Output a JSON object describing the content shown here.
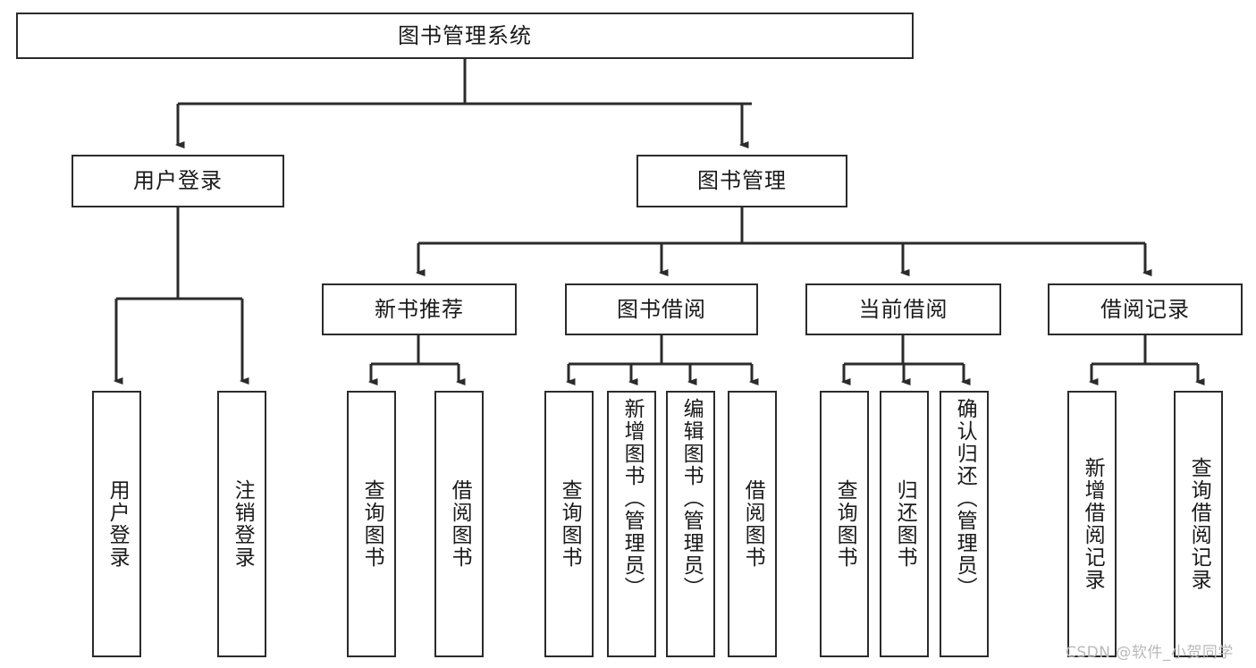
{
  "diagram": {
    "title": "图书管理系统",
    "type": "tree-hierarchy-chart",
    "line_color": "#2b2b2b",
    "box_fill": "#ffffff",
    "text_color": "#1a1a1a",
    "watermark": "CSDN @软件_小贺同学",
    "root": {
      "label": "图书管理系统"
    },
    "level2": [
      {
        "label": "用户登录"
      },
      {
        "label": "图书管理"
      }
    ],
    "level3": [
      {
        "label": "新书推荐"
      },
      {
        "label": "图书借阅"
      },
      {
        "label": "当前借阅"
      },
      {
        "label": "借阅记录"
      }
    ],
    "leaves": {
      "user_login": [
        {
          "label": "用户登录"
        },
        {
          "label": "注销登录"
        }
      ],
      "new_book": [
        {
          "label": "查询图书"
        },
        {
          "label": "借阅图书"
        }
      ],
      "borrow_book": [
        {
          "label": "查询图书"
        },
        {
          "label": "新增图书（管理员）"
        },
        {
          "label": "编辑图书（管理员）"
        },
        {
          "label": "借阅图书"
        }
      ],
      "current_borrow": [
        {
          "label": "查询图书"
        },
        {
          "label": "归还图书"
        },
        {
          "label": "确认归还（管理员）"
        }
      ],
      "borrow_record": [
        {
          "label": "新增借阅记录"
        },
        {
          "label": "查询借阅记录"
        }
      ]
    }
  }
}
